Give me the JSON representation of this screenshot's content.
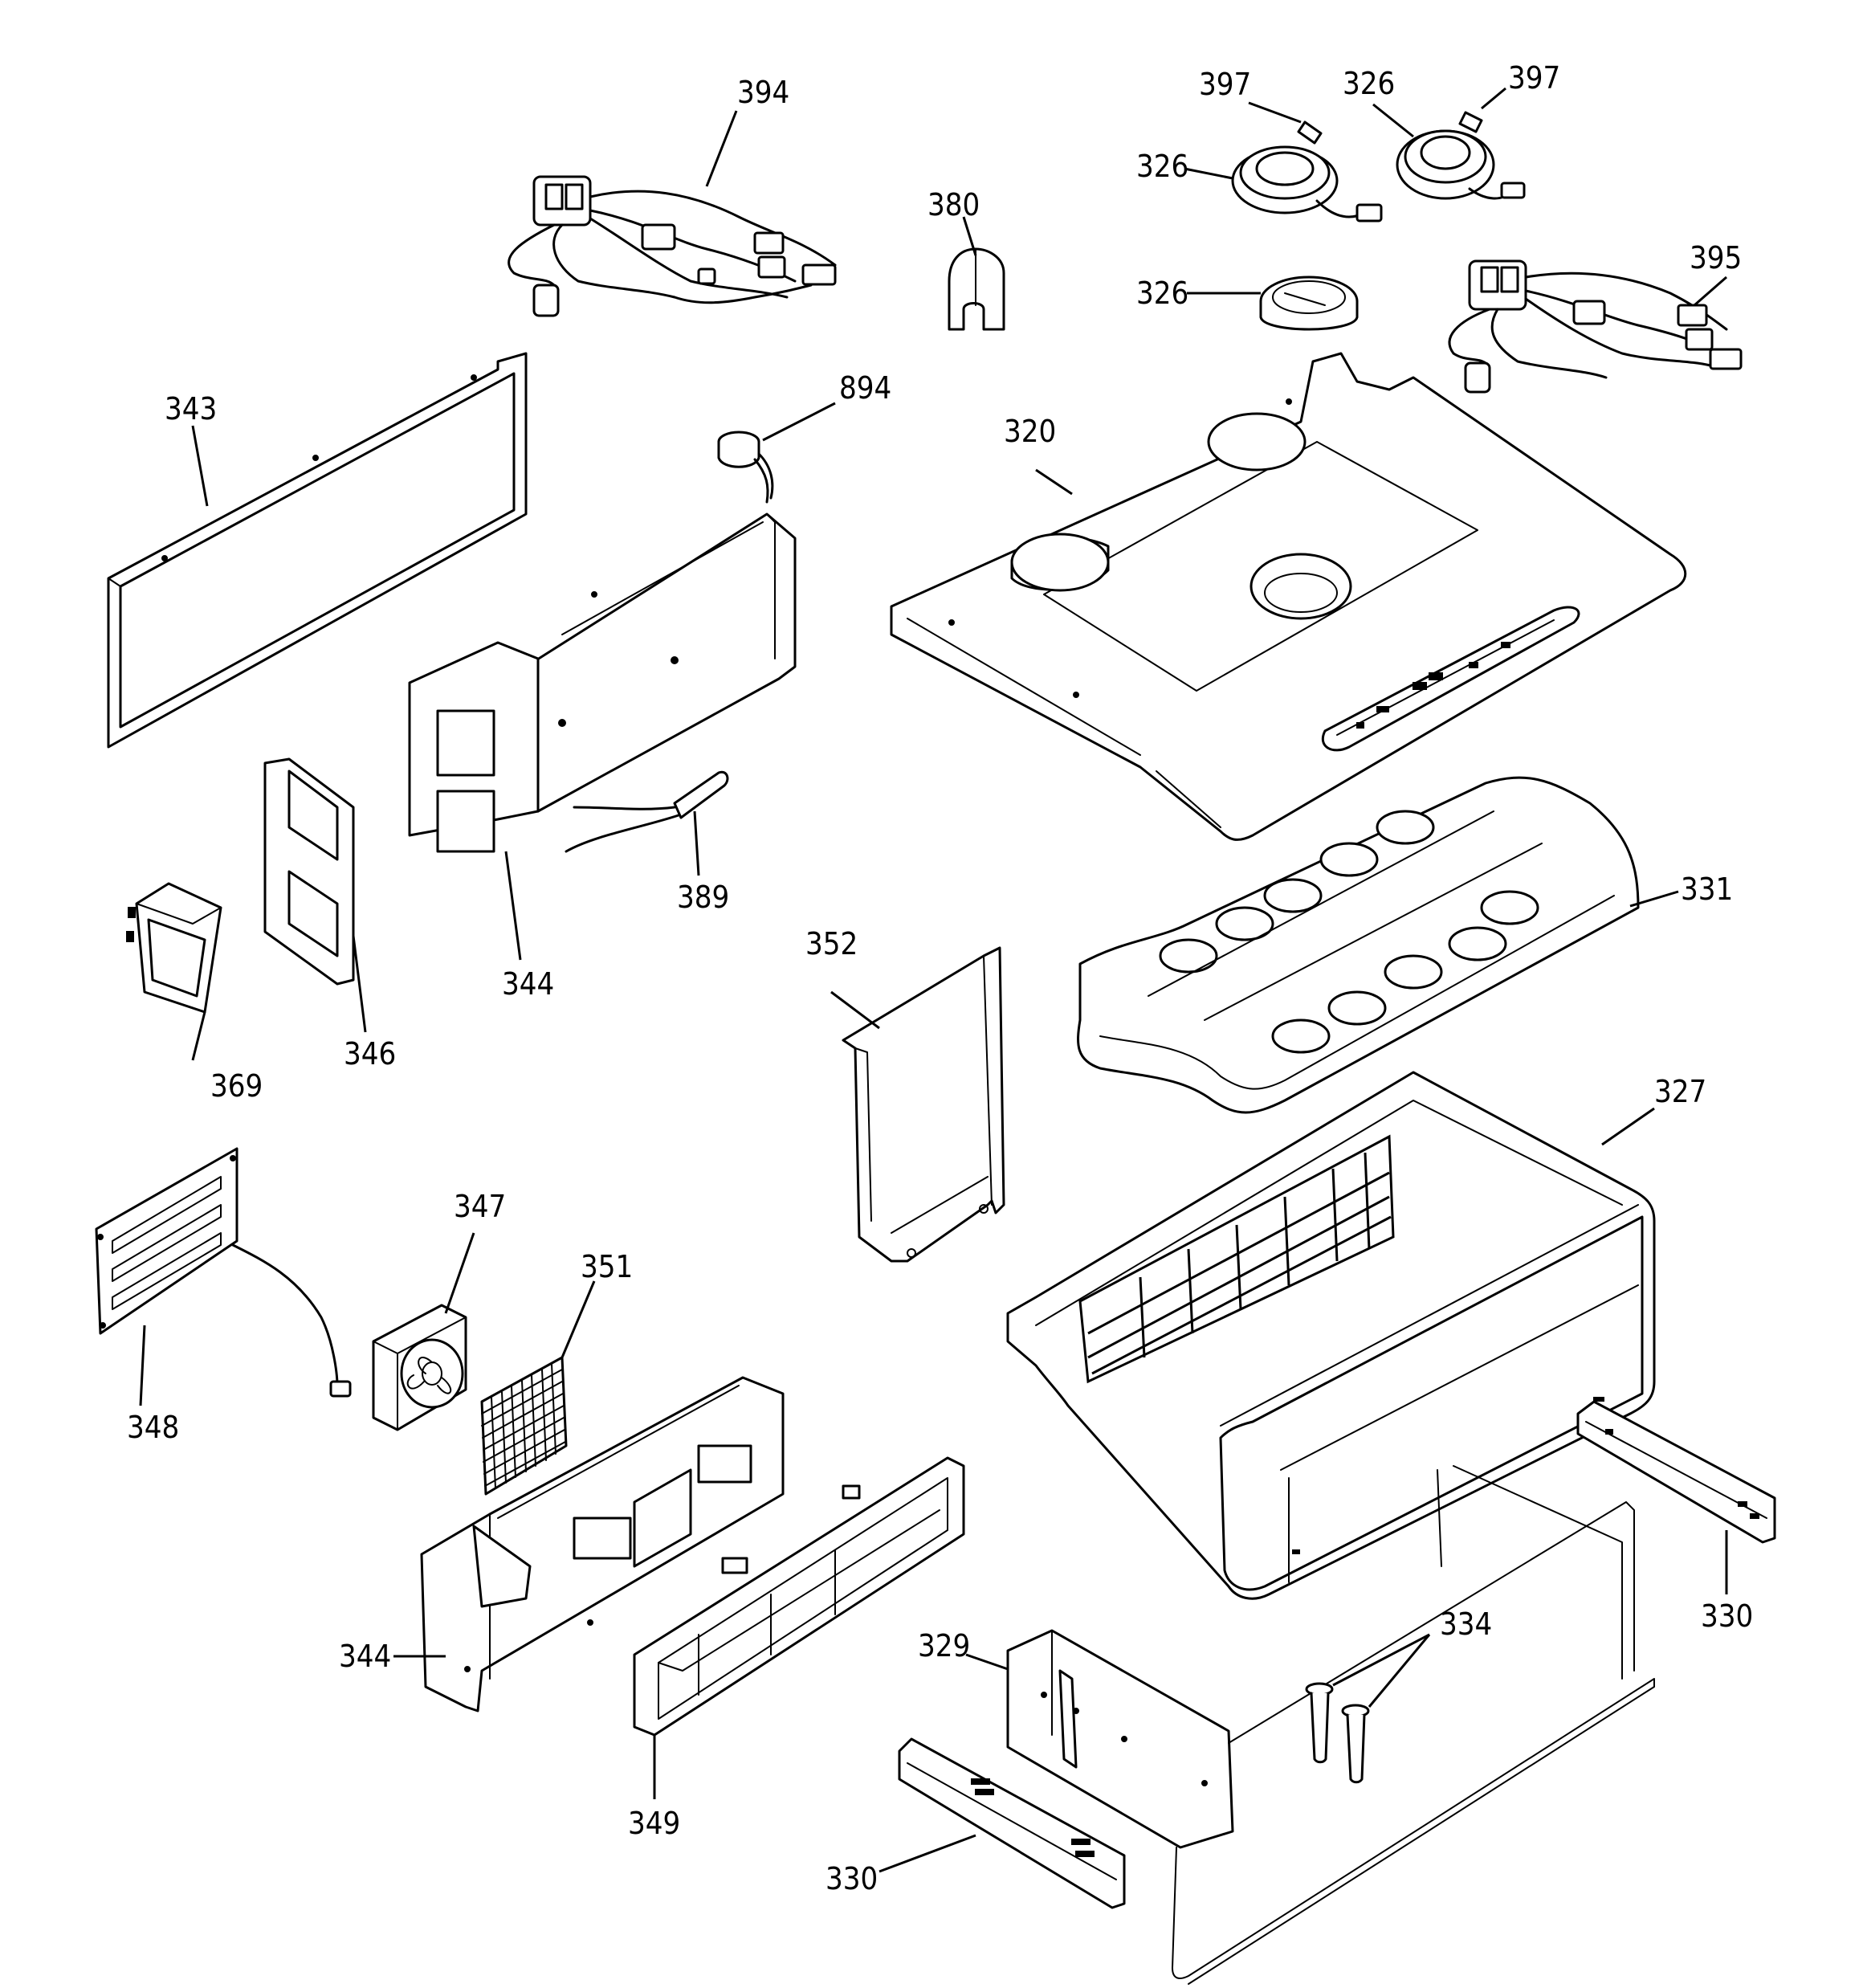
{
  "callouts": {
    "c394": "394",
    "c397a": "397",
    "c326a": "326",
    "c397b": "397",
    "c326b": "326",
    "c380": "380",
    "c326c": "326",
    "c395": "395",
    "c343": "343",
    "c894": "894",
    "c320": "320",
    "c389": "389",
    "c344a": "344",
    "c346": "346",
    "c369": "369",
    "c352": "352",
    "c331": "331",
    "c327": "327",
    "c347": "347",
    "c351": "351",
    "c348": "348",
    "c344b": "344",
    "c349": "349",
    "c329": "329",
    "c334": "334",
    "c330a": "330",
    "c330b": "330"
  }
}
